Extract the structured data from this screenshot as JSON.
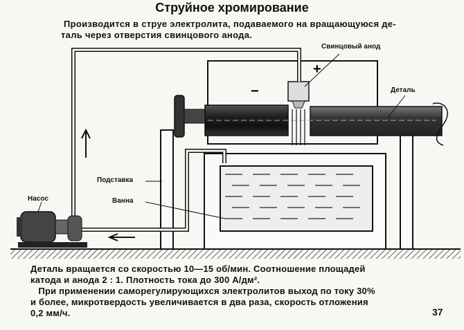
{
  "title": "Струйное хромирование",
  "intro": [
    "Производится в струе электролита, подаваемого на  вращающуюся де-",
    "таль через отверстия свинцового анода."
  ],
  "labels": {
    "anode": "Свинцовый анод",
    "part": "Деталь",
    "stand": "Подставка",
    "bath": "Ванна",
    "pump": "Насос",
    "plus": "+",
    "minus": "−"
  },
  "paragraphs": [
    "Деталь вращается со скоростью 10—15 об/мин. Соотношение площадей",
    "катода и анода 2 : 1. Плотность тока до 300 А/дм².",
    "   При применении саморегулирующихся электролитов выход по току 30%",
    "и более, микротвердость увеличивается  в  два раза, скорость отложения",
    "0,2 мм/ч."
  ],
  "page_number": "37"
}
